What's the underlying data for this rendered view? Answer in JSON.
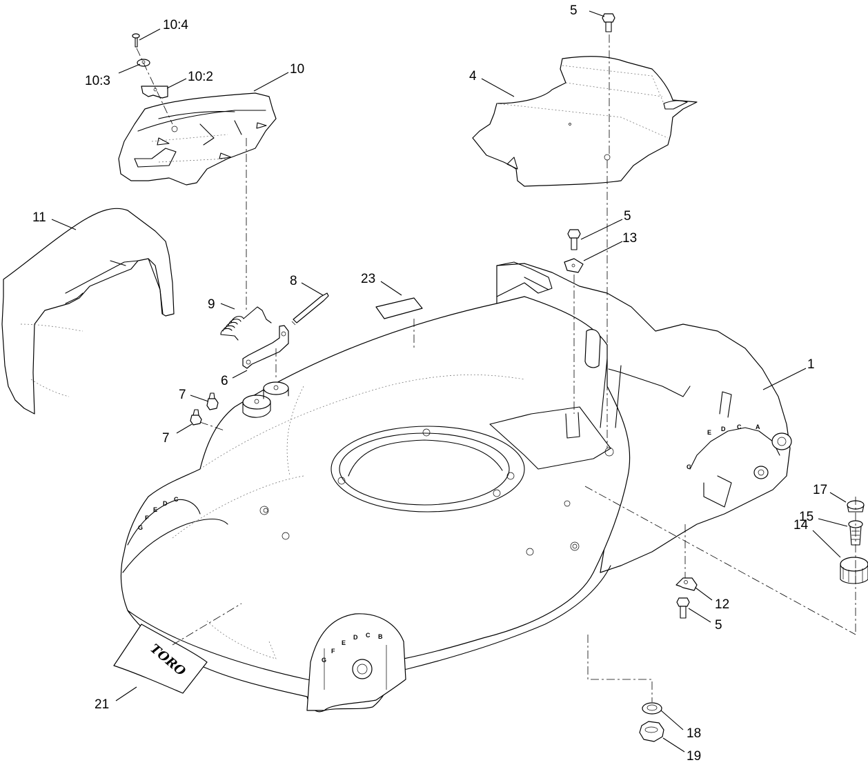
{
  "diagram": {
    "callouts": {
      "p10_4": "10:4",
      "p10_3": "10:3",
      "p10_2": "10:2",
      "p10": "10",
      "p11": "11",
      "p9": "9",
      "p8": "8",
      "p23": "23",
      "p6": "6",
      "p7a": "7",
      "p7b": "7",
      "p5_top": "5",
      "p4": "4",
      "p5_mid": "5",
      "p13": "13",
      "p1": "1",
      "p17": "17",
      "p15": "15",
      "p14": "14",
      "p12": "12",
      "p5_low": "5",
      "p18": "18",
      "p19": "19",
      "p21": "21"
    },
    "decal_text": "TORO",
    "height_scale_left": [
      "G",
      "F",
      "E",
      "D",
      "C"
    ],
    "height_scale_front": [
      "G",
      "F",
      "E",
      "D",
      "C",
      "B"
    ],
    "height_scale_right": [
      "E",
      "D",
      "C",
      "A",
      "G"
    ],
    "colors": {
      "line": "#000000",
      "background": "#ffffff",
      "hidden_line": "#666666"
    }
  }
}
